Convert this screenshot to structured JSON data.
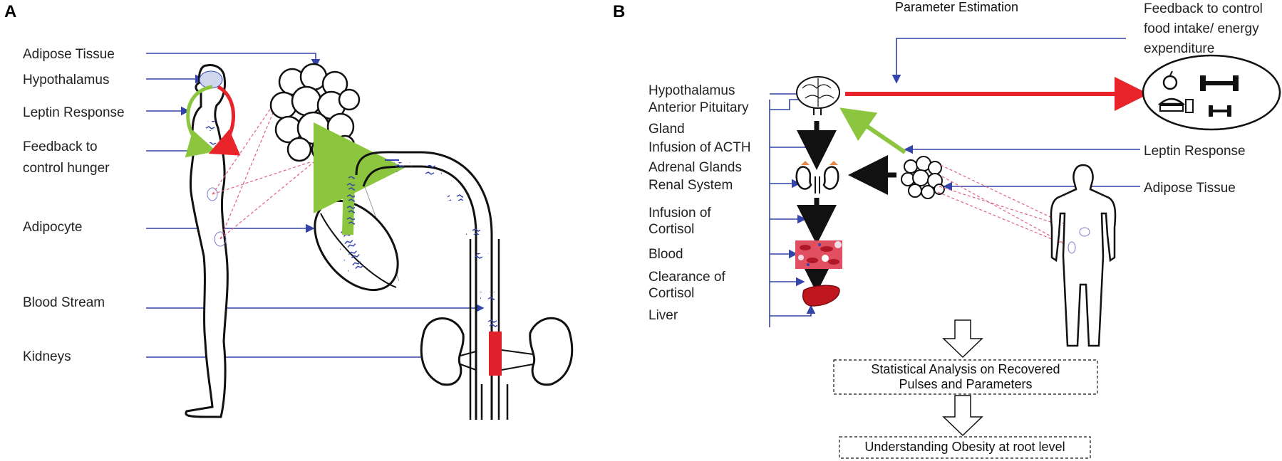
{
  "panel_a": {
    "letter": "A",
    "labels": {
      "adipose_tissue": "Adipose Tissue",
      "hypothalamus": "Hypothalamus",
      "leptin_response": "Leptin Response",
      "feedback_line1": "Feedback to",
      "feedback_line2": "control hunger",
      "adipocyte": "Adipocyte",
      "blood_stream": "Blood Stream",
      "kidneys": "Kidneys"
    }
  },
  "panel_b": {
    "letter": "B",
    "header": "Parameter Estimation",
    "feedback_line1": "Feedback to control",
    "feedback_line2": "food intake/ energy",
    "feedback_line3": "expenditure",
    "leptin_response": "Leptin Response",
    "adipose_tissue": "Adipose Tissue",
    "left_labels": {
      "hypothalamus": "Hypothalamus",
      "anterior_pituitary": "Anterior Pituitary",
      "gland": "Gland",
      "infusion_acth": "Infusion of ACTH",
      "adrenal_glands": "Adrenal Glands",
      "renal_system": "Renal System",
      "infusion_cortisol_1": "Infusion of",
      "infusion_cortisol_2": "Cortisol",
      "blood": "Blood",
      "clearance_1": "Clearance of",
      "clearance_2": "Cortisol",
      "liver": "Liver"
    },
    "box1_line1": "Statistical Analysis on Recovered",
    "box1_line2": "Pulses and Parameters",
    "box2": "Understanding Obesity at root level"
  },
  "colors": {
    "label_arrow": "#3344aa",
    "feedback_red": "#e8232a",
    "leptin_green": "#8cc63f",
    "blood_red": "#e0202a"
  },
  "icons": [
    "brain-icon",
    "kidney-icon",
    "fat-cluster-icon",
    "blood-vessel-icon",
    "liver-icon",
    "human-silhouette-icon",
    "apple-icon",
    "dumbbell-icon",
    "burger-icon"
  ]
}
